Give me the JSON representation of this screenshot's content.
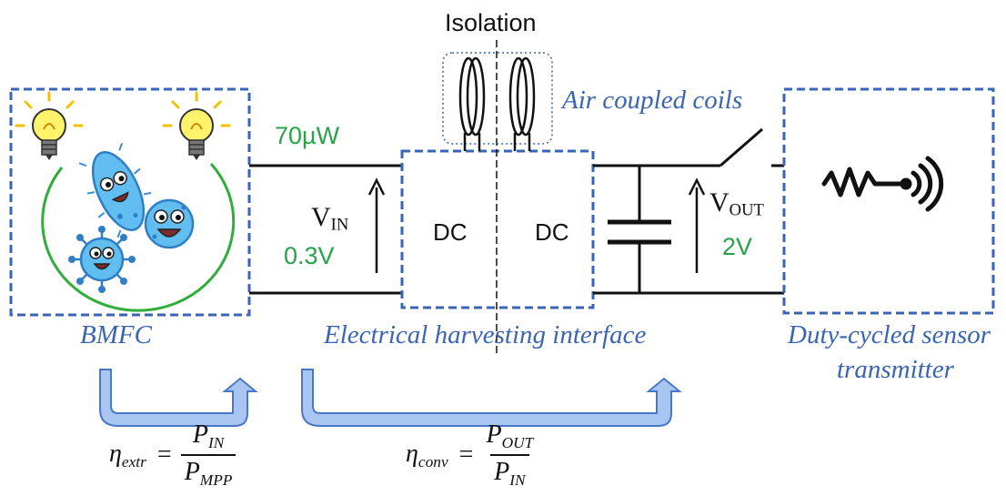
{
  "labels": {
    "isolation": "Isolation",
    "air_coils": "Air coupled coils",
    "bmfc": "BMFC",
    "interface": "Electrical harvesting interface",
    "sensor_line1": "Duty-cycled sensor",
    "sensor_line2": "transmitter",
    "power_in": "70µW",
    "v_in_symbol": "V",
    "v_in_sub": "IN",
    "v_in_value": "0.3V",
    "v_out_symbol": "V",
    "v_out_sub": "OUT",
    "v_out_value": "2V",
    "dc_left": "DC",
    "dc_right": "DC"
  },
  "equations": {
    "extr": {
      "eta": "η",
      "sub": "extr",
      "num_p": "P",
      "num_sub": "IN",
      "den_p": "P",
      "den_sub": "MPP"
    },
    "conv": {
      "eta": "η",
      "sub": "conv",
      "num_p": "P",
      "num_sub": "OUT",
      "den_p": "P",
      "den_sub": "IN"
    }
  },
  "colors": {
    "box_border": "#3a64b4",
    "label_blue": "#3a64b4",
    "value_green": "#27a348",
    "arrow_fill": "#a9c6f2",
    "arrow_stroke": "#4a78c8",
    "wire": "#111111"
  },
  "icons": [
    "light-bulb-icon",
    "bacteria-icon",
    "sensor-transmitter-icon",
    "coil-icon",
    "switch-icon",
    "capacitor-icon"
  ]
}
